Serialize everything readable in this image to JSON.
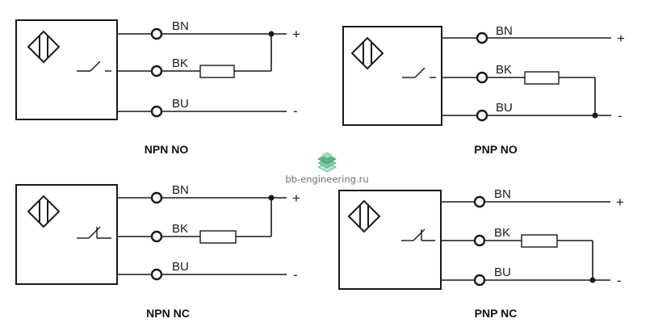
{
  "watermark": {
    "logo_icon": "stacked-layers-logo-icon",
    "text": "bb-engineering.ru",
    "colors": [
      "#7ccfa8",
      "#5ab48e",
      "#b8e4cf"
    ]
  },
  "diagrams": [
    {
      "caption": "NPN NO",
      "wires": [
        "BN",
        "BK",
        "BU"
      ],
      "signs": [
        "+",
        "-"
      ],
      "switch": "normally-open-contact-icon"
    },
    {
      "caption": "PNP NO",
      "wires": [
        "BN",
        "BK",
        "BU"
      ],
      "signs": [
        "+",
        "-"
      ],
      "switch": "normally-open-contact-icon"
    },
    {
      "caption": "NPN NC",
      "wires": [
        "BN",
        "BK",
        "BU"
      ],
      "signs": [
        "+",
        "-"
      ],
      "switch": "normally-closed-contact-icon"
    },
    {
      "caption": "PNP NC",
      "wires": [
        "BN",
        "BK",
        "BU"
      ],
      "signs": [
        "+",
        "-"
      ],
      "switch": "normally-closed-contact-icon"
    }
  ]
}
